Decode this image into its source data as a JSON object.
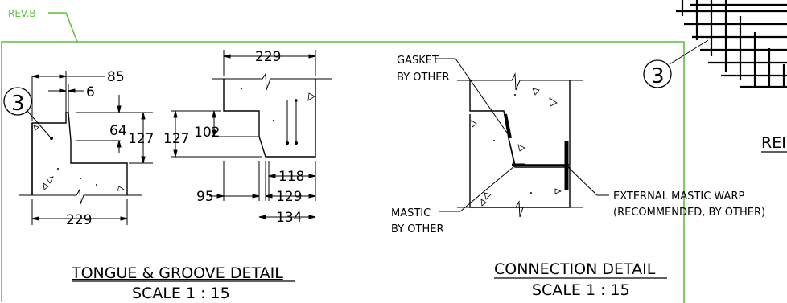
{
  "revision": {
    "label": "REV.B",
    "cloud_color": "#5fbf3f"
  },
  "tongue_groove_detail": {
    "title": "TONGUE & GROOVE DETAIL",
    "scale": "SCALE 1 : 15",
    "callout_number": "3",
    "dims": {
      "d85": "85",
      "d6": "6",
      "d64": "64",
      "d127_left": "127",
      "d229_bottom": "229",
      "d229_top": "229",
      "d127_right": "127",
      "d102": "102",
      "d95": "95",
      "d118": "118",
      "d129": "129",
      "d134": "134"
    }
  },
  "connection_detail": {
    "title": "CONNECTION DETAIL",
    "scale": "SCALE 1 : 15",
    "gasket_line1": "GASKET",
    "gasket_line2": "BY OTHER",
    "mastic_line1": "MASTIC",
    "mastic_line2": "BY OTHER",
    "external_line1": "EXTERNAL MASTIC WARP",
    "external_line2": "(RECOMMENDED, BY OTHER)"
  },
  "rebar_detail": {
    "callout_number": "3",
    "partial_label": "REI"
  }
}
